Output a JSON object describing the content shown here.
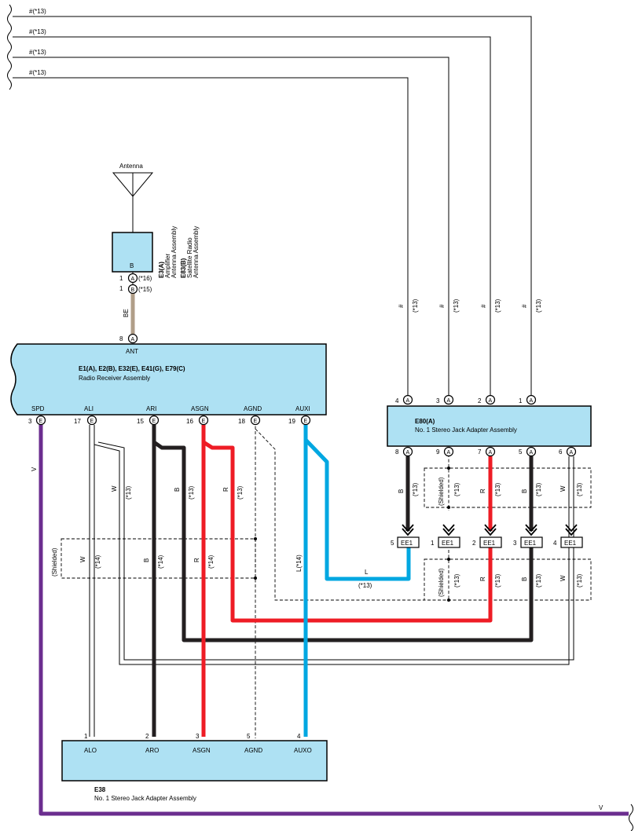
{
  "colors": {
    "violet": "#6b2d8f",
    "red": "#ee1c25",
    "black": "#231f20",
    "blue": "#00a7e1",
    "beige": "#b09e88",
    "connector_fill": "#aee1f3"
  },
  "top_wires": [
    "#(*13)",
    "#(*13)",
    "#(*13)",
    "#(*13)"
  ],
  "antenna": {
    "label": "Antenna",
    "box_label": "B",
    "codes": [
      "E3(A)",
      "E83(B)"
    ],
    "desc": [
      "Amplifier",
      "Antenna Assembly",
      "Satellite Radio",
      "Antenna Assembly"
    ],
    "pins": [
      {
        "num": "1",
        "conn": "A",
        "note": "(*16)"
      },
      {
        "num": "1",
        "conn": "B",
        "note": "(*15)"
      }
    ],
    "wire_color": "BE"
  },
  "radio": {
    "ant_pin": {
      "num": "8",
      "conn": "A",
      "label": "ANT"
    },
    "title": "E1(A), E2(B), E32(E), E41(G), E79(C)",
    "subtitle": "Radio Receiver Assembly",
    "pins": [
      {
        "num": "3",
        "conn": "E",
        "label": "SPD"
      },
      {
        "num": "17",
        "conn": "E",
        "label": "ALI"
      },
      {
        "num": "15",
        "conn": "E",
        "label": "ARI"
      },
      {
        "num": "16",
        "conn": "E",
        "label": "ASGN"
      },
      {
        "num": "18",
        "conn": "E",
        "label": "AGND"
      },
      {
        "num": "19",
        "conn": "E",
        "label": "AUXI"
      }
    ]
  },
  "e80": {
    "title": "E80(A)",
    "subtitle": "No. 1 Stereo Jack Adapter Assembly",
    "top_pins": [
      {
        "num": "4",
        "conn": "A"
      },
      {
        "num": "3",
        "conn": "A"
      },
      {
        "num": "2",
        "conn": "A"
      },
      {
        "num": "1",
        "conn": "A"
      }
    ],
    "bottom_pins": [
      {
        "num": "8",
        "conn": "A"
      },
      {
        "num": "9",
        "conn": "A"
      },
      {
        "num": "7",
        "conn": "A"
      },
      {
        "num": "5",
        "conn": "A"
      },
      {
        "num": "6",
        "conn": "A"
      }
    ]
  },
  "ee1": {
    "connectors": [
      {
        "num": "5",
        "label": "EE1"
      },
      {
        "num": "1",
        "label": "EE1"
      },
      {
        "num": "2",
        "label": "EE1"
      },
      {
        "num": "3",
        "label": "EE1"
      },
      {
        "num": "4",
        "label": "EE1"
      }
    ]
  },
  "e38": {
    "code": "E38",
    "subtitle": "No. 1 Stereo Jack Adapter Assembly",
    "pins": [
      {
        "num": "1",
        "label": "ALO"
      },
      {
        "num": "2",
        "label": "ARO"
      },
      {
        "num": "3",
        "label": "ASGN"
      },
      {
        "num": "5",
        "label": "AGND"
      },
      {
        "num": "4",
        "label": "AUXO"
      }
    ]
  },
  "wire_labels": {
    "hash": "#",
    "n13": "(*13)",
    "n14": "(*14)",
    "shielded": "(Shielded)",
    "V": "V",
    "W": "W",
    "B": "B",
    "R": "R",
    "L": "L",
    "L14": "L(*14)"
  }
}
